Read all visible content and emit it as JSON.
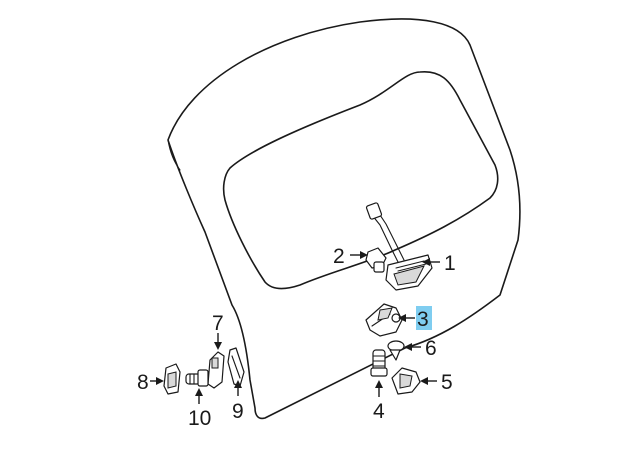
{
  "diagram": {
    "accent_highlight_color": "#7fcdf0",
    "callouts": [
      {
        "id": "1",
        "label": "1"
      },
      {
        "id": "2",
        "label": "2"
      },
      {
        "id": "3",
        "label": "3",
        "highlighted": true
      },
      {
        "id": "4",
        "label": "4"
      },
      {
        "id": "5",
        "label": "5"
      },
      {
        "id": "6",
        "label": "6"
      },
      {
        "id": "7",
        "label": "7"
      },
      {
        "id": "8",
        "label": "8"
      },
      {
        "id": "9",
        "label": "9"
      },
      {
        "id": "10",
        "label": "10"
      }
    ]
  }
}
